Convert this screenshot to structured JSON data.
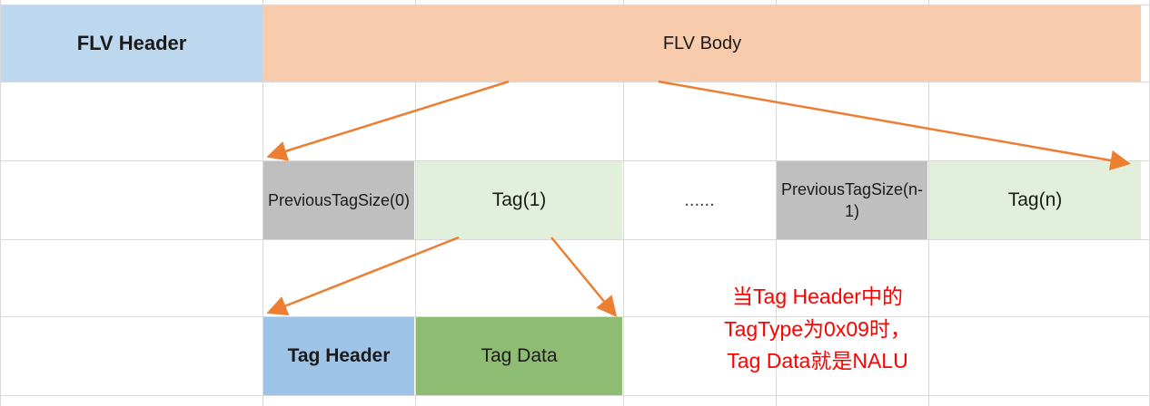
{
  "diagram": {
    "title_row": {
      "flv_header": "FLV Header",
      "flv_body": "FLV Body"
    },
    "tag_row": {
      "previous_tag_size_0": "PreviousTagSize(0)",
      "tag_1": "Tag(1)",
      "ellipsis": "......",
      "previous_tag_size_n_1": "PreviousTagSize(n-1)",
      "tag_n": "Tag(n)"
    },
    "tag_detail_row": {
      "tag_header": "Tag Header",
      "tag_data": "Tag Data"
    },
    "note": "当Tag Header中的\nTagType为0x09时，\nTag Data就是NALU",
    "colors": {
      "flv_header_bg": "#bdd7ee",
      "flv_body_bg": "#f8cbad",
      "prev_tag_size_bg": "#bfbfbf",
      "tag_bg": "#e2efda",
      "tag_header_bg": "#9dc3e6",
      "tag_data_bg": "#8fbc73",
      "arrow": "#ed7d31",
      "note_text": "#ff0000",
      "grid": "#d9d9d9"
    }
  }
}
